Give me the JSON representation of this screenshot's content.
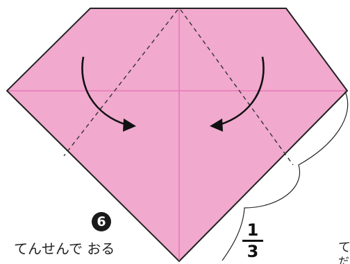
{
  "step": {
    "number": "6",
    "instruction": "てんせんで おる"
  },
  "fraction": {
    "numerator": "1",
    "denominator": "3"
  },
  "cut_text": {
    "line1": "て",
    "line2": "だ"
  },
  "icons": [
    "curved-arrow-left-icon",
    "curved-arrow-right-icon"
  ],
  "colors": {
    "paper": "#f1a9cd",
    "crease": "#e879b8",
    "outline": "#222222",
    "background": "#ffffff"
  }
}
